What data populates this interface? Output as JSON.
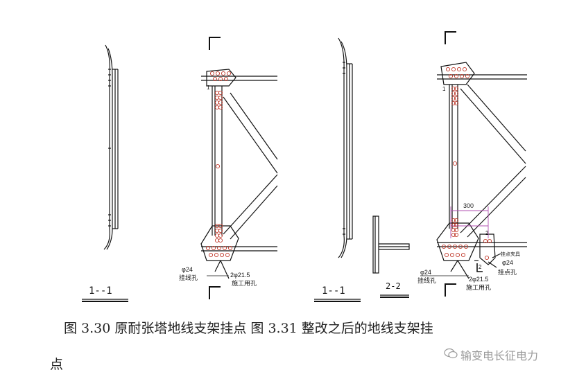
{
  "figure": {
    "section_left_a": "1--1",
    "section_left_b": "1--1",
    "section_mid": "2-2",
    "labels": {
      "d24_left": "φ24",
      "hang_hole_left": "挂线孔",
      "d215_left": "2φ21.5",
      "construction_hole_left": "施工用孔",
      "d24_right": "φ24",
      "hang_hole_right": "挂线孔",
      "d215_right": "2φ21.5",
      "construction_hole_right": "施工用孔",
      "dim_300": "300",
      "clamp_note": "挂点夹具",
      "d24_plate": "φ24",
      "hang_point_hole": "挂点孔",
      "mark_2a": "2",
      "mark_2b": "2",
      "mark_1_left": "1",
      "mark_1_right": "1"
    }
  },
  "caption": {
    "line1": "图 3.30 原耐张塔地线支架挂点 图 3.31 整改之后的地线支架挂",
    "line2": "点"
  },
  "watermark": {
    "text": "输变电长征电力",
    "icon": "wechat-icon"
  },
  "colors": {
    "line": "#111111",
    "bolt": "#c0392b",
    "dim": "#b04fb0"
  }
}
